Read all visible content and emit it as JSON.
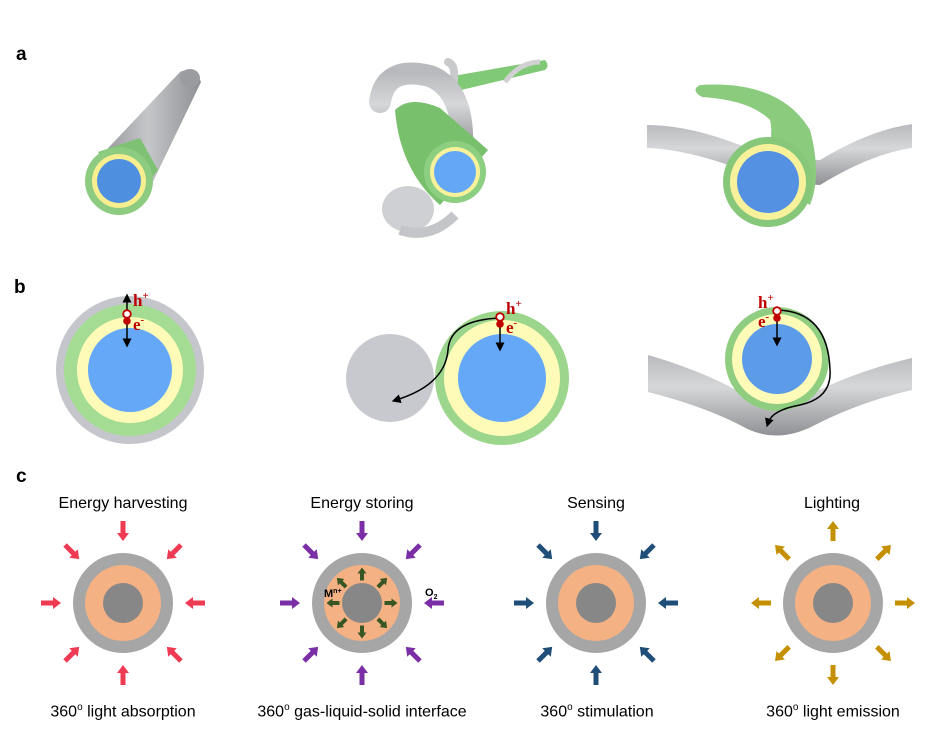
{
  "panels": {
    "a": {
      "label": "a"
    },
    "b": {
      "label": "b"
    },
    "c": {
      "label": "c"
    }
  },
  "colors": {
    "core_blue": "#5b9be8",
    "core_blue_light": "#64a8f5",
    "inner_yellow": "#fbf5a6",
    "shell_green": "#8fd084",
    "substrate_gray": "#c8c9cc",
    "fiber_gray": "#a3a5a8",
    "c_outer_gray": "#a6a6a6",
    "c_middle_orange": "#f4b183",
    "c_core_gray": "#878787",
    "charge_red": "#c00000",
    "arrow_black": "#000000"
  },
  "panel_b": {
    "hole_label": "h",
    "hole_sup": "+",
    "electron_label": "e",
    "electron_sup": "-"
  },
  "panel_c": {
    "items": [
      {
        "title": "Energy harvesting",
        "caption_num": "360",
        "caption_deg": "o",
        "caption_text": " light absorption",
        "arrow_color": "#ee3a53",
        "arrow_direction": "inward"
      },
      {
        "title": "Energy storing",
        "caption_num": "360",
        "caption_deg": "o",
        "caption_text": " gas-liquid-solid interface",
        "arrow_color": "#7b2fa6",
        "arrow_direction": "inward",
        "inner_arrow_color": "#375623",
        "inner_arrow_direction": "outward",
        "ion_label": "M",
        "ion_sup": "n+",
        "gas_label": "O",
        "gas_sub": "2"
      },
      {
        "title": "Sensing",
        "caption_num": "360",
        "caption_deg": "o",
        "caption_text": " stimulation",
        "arrow_color": "#1f4e79",
        "arrow_direction": "inward"
      },
      {
        "title": "Lighting",
        "caption_num": "360",
        "caption_deg": "o",
        "caption_text": " light emission",
        "arrow_color": "#c59000",
        "arrow_direction": "outward"
      }
    ]
  }
}
